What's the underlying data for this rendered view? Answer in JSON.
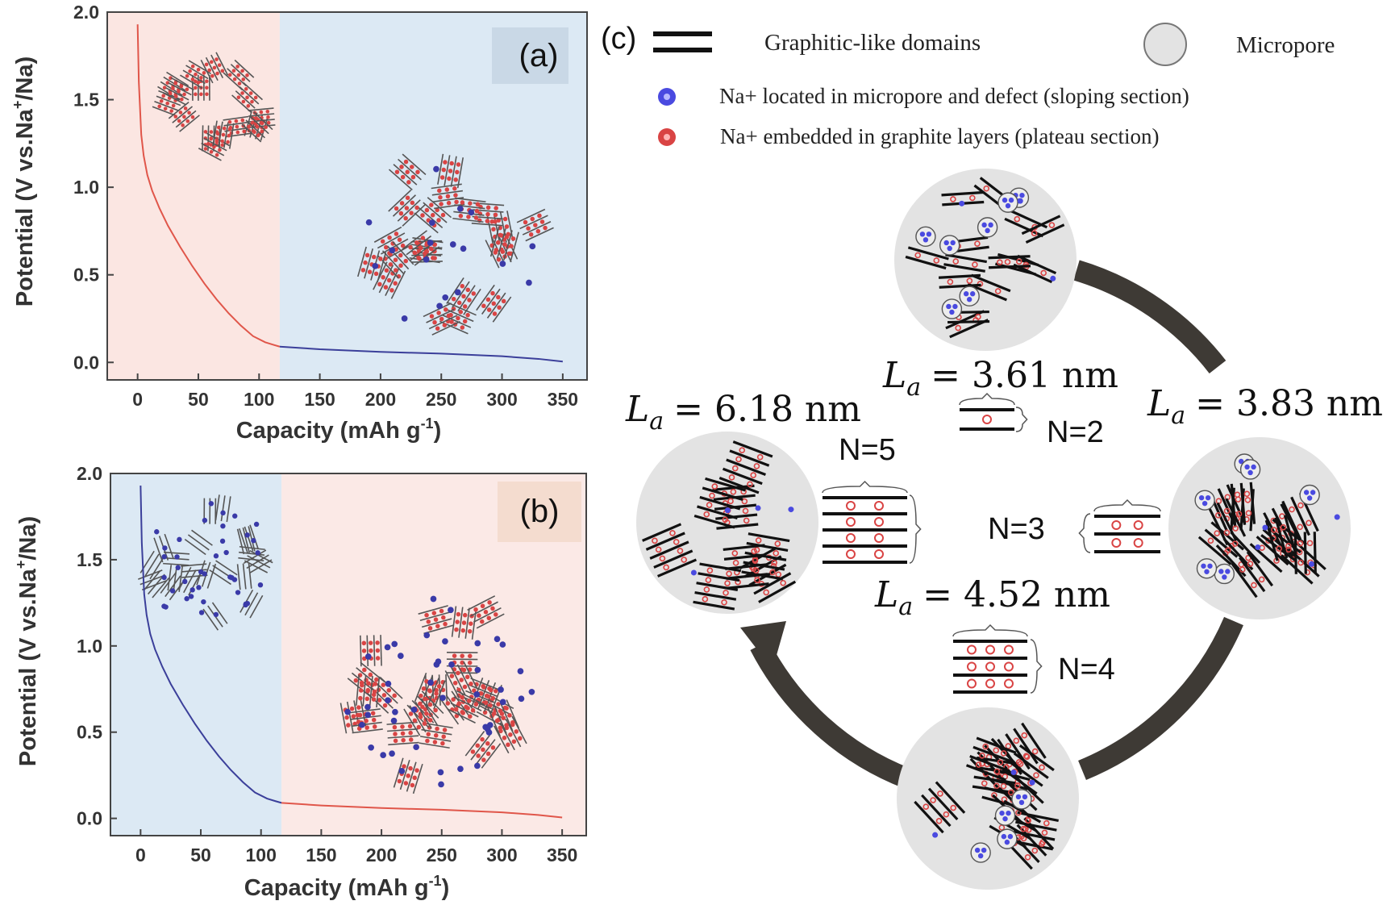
{
  "panel_a": {
    "label": "(a)",
    "chart_data": {
      "type": "line",
      "xlabel": "Capacity (mAh g",
      "xlabel_sup": "-1",
      "xlabel_tail": ")",
      "ylabel": "Potential (V vs.Na",
      "ylabel_sup": "+",
      "ylabel_tail": "/Na)",
      "xlim": [
        -25,
        370
      ],
      "ylim": [
        -0.1,
        2.0
      ],
      "x_ticks": [
        0,
        50,
        100,
        150,
        200,
        250,
        300,
        350
      ],
      "y_ticks": [
        0.0,
        0.5,
        1.0,
        1.5,
        2.0
      ],
      "x_tick_labels": [
        "0",
        "50",
        "100",
        "150",
        "200",
        "250",
        "300",
        "350"
      ],
      "y_tick_labels": [
        "0.0",
        "0.5",
        "1.0",
        "1.5",
        "2.0"
      ],
      "region_split": 117,
      "region_colors": [
        "#fbe6e2",
        "#dce9f4"
      ],
      "series": [
        {
          "color": "#e0564a",
          "x": [
            0,
            1,
            3,
            5,
            8,
            12,
            18,
            25,
            35,
            45,
            55,
            65,
            75,
            85,
            95,
            105,
            112,
            117
          ],
          "y": [
            1.93,
            1.6,
            1.3,
            1.18,
            1.07,
            0.98,
            0.88,
            0.78,
            0.66,
            0.55,
            0.45,
            0.36,
            0.28,
            0.21,
            0.15,
            0.115,
            0.1,
            0.09
          ]
        },
        {
          "color": "#3b3f9a",
          "x": [
            117,
            150,
            200,
            250,
            300,
            330,
            350
          ],
          "y": [
            0.09,
            0.075,
            0.06,
            0.05,
            0.035,
            0.02,
            0.005
          ]
        }
      ]
    }
  },
  "panel_b": {
    "label": "(b)",
    "chart_data": {
      "type": "line",
      "xlabel": "Capacity (mAh g",
      "xlabel_sup": "-1",
      "xlabel_tail": ")",
      "ylabel": "Potential (V vs.Na",
      "ylabel_sup": "+",
      "ylabel_tail": "/Na)",
      "xlim": [
        -25,
        370
      ],
      "ylim": [
        -0.1,
        2.0
      ],
      "x_ticks": [
        0,
        50,
        100,
        150,
        200,
        250,
        300,
        350
      ],
      "y_ticks": [
        0.0,
        0.5,
        1.0,
        1.5,
        2.0
      ],
      "x_tick_labels": [
        "0",
        "50",
        "100",
        "150",
        "200",
        "250",
        "300",
        "350"
      ],
      "y_tick_labels": [
        "0.0",
        "0.5",
        "1.0",
        "1.5",
        "2.0"
      ],
      "region_split": 117,
      "region_colors": [
        "#dce9f4",
        "#fbe9e6"
      ],
      "series": [
        {
          "color": "#3b3f9a",
          "x": [
            0,
            1,
            3,
            5,
            8,
            12,
            18,
            25,
            35,
            45,
            55,
            65,
            75,
            85,
            95,
            105,
            112,
            117
          ],
          "y": [
            1.93,
            1.6,
            1.3,
            1.18,
            1.07,
            0.98,
            0.88,
            0.78,
            0.66,
            0.55,
            0.45,
            0.36,
            0.28,
            0.21,
            0.15,
            0.115,
            0.1,
            0.09
          ]
        },
        {
          "color": "#e0564a",
          "x": [
            117,
            150,
            200,
            250,
            300,
            330,
            350
          ],
          "y": [
            0.09,
            0.075,
            0.06,
            0.05,
            0.035,
            0.02,
            0.005
          ]
        }
      ]
    }
  },
  "panel_c": {
    "label": "(c)",
    "legend": {
      "graphitic": "Graphitic-like domains",
      "micropore": "Micropore",
      "na_blue": "Na+ located in micropore and defect (sloping section)",
      "na_red": "Na+ embedded in graphite layers (plateau section)"
    },
    "colors": {
      "na_blue": "#4a4ae0",
      "na_red": "#d94444",
      "circle": "#e3e3e3",
      "arrow": "#3e3a35"
    },
    "states": [
      {
        "la_prefix": "L",
        "la_sub": "a",
        "la_value": "= 3.61 nm",
        "n_label": "N=2"
      },
      {
        "la_prefix": "L",
        "la_sub": "a",
        "la_value": "= 3.83 nm",
        "n_label": "N=3"
      },
      {
        "la_prefix": "L",
        "la_sub": "a",
        "la_value": "= 4.52 nm",
        "n_label": "N=4"
      },
      {
        "la_prefix": "L",
        "la_sub": "a",
        "la_value": "= 6.18 nm",
        "n_label": "N=5"
      }
    ]
  }
}
